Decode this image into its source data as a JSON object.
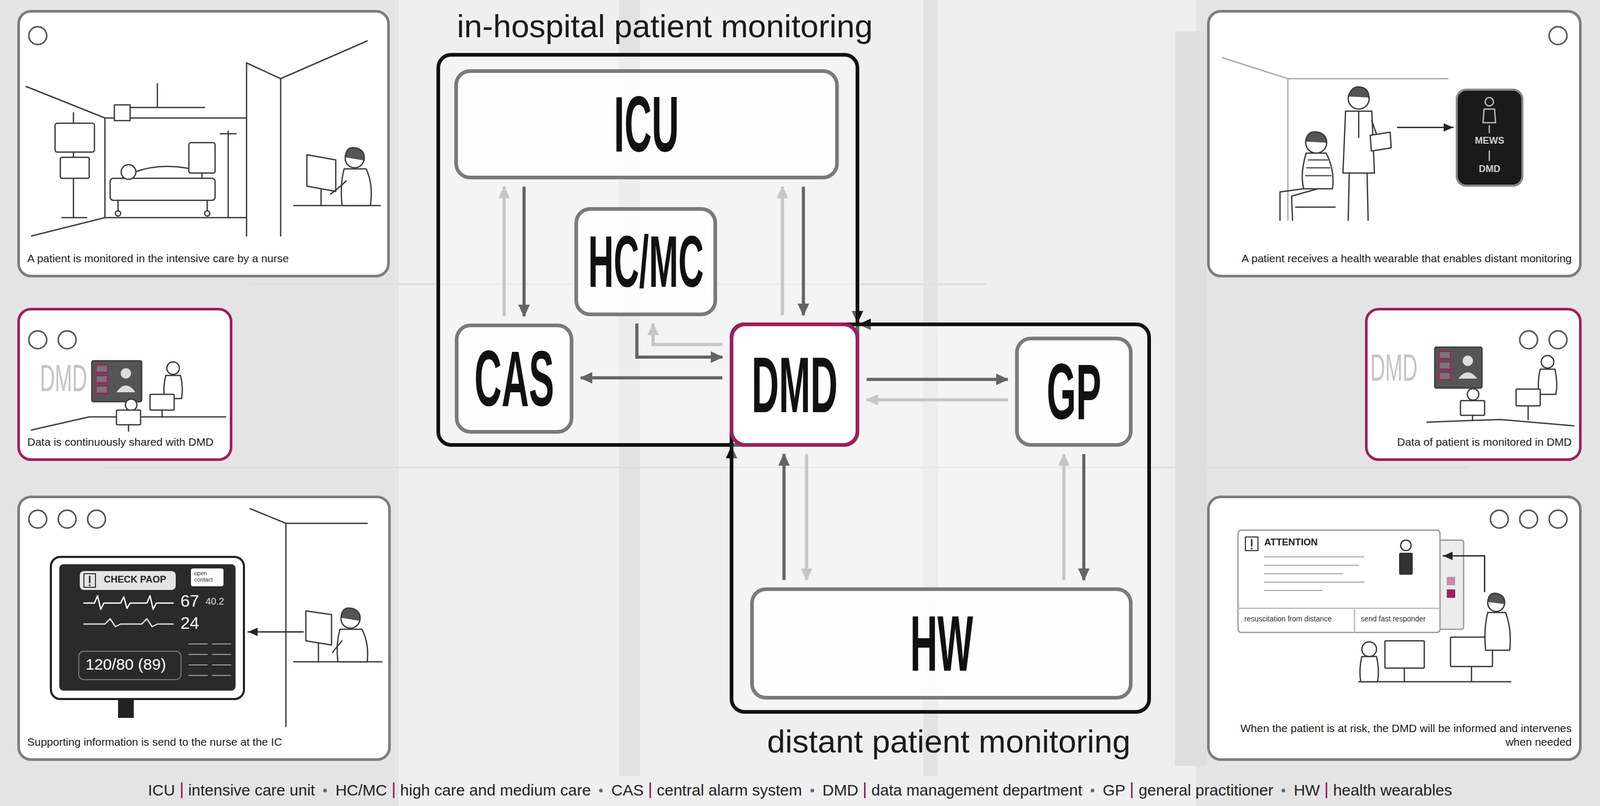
{
  "diagram": {
    "nodes": [
      {
        "text": [
          "A patient is monitored in the intensive care by a nurse"
        ]
      },
      {
        "text": [
          "Data is continuously shared with DMD"
        ]
      },
      {
        "text": [
          "Supporting information is send to the nurse at the IC"
        ]
      },
      {
        "text": [
          "in-hospital patient monitoring"
        ]
      },
      {
        "text": [
          "ICU"
        ],
        "in": 3
      },
      {
        "text": [
          "HC/MC"
        ],
        "in": 3
      },
      {
        "text": [
          "CAS"
        ],
        "in": 3
      },
      {
        "text": [
          "DMD"
        ]
      },
      {
        "text": [
          "distant patient monitoring"
        ]
      },
      {
        "text": [
          "GP"
        ],
        "in": 8
      },
      {
        "text": [
          "HW"
        ],
        "in": 8
      },
      {
        "text": [
          "A patient receives a health wearable that enables distant monitoring"
        ]
      },
      {
        "text": [
          "Data of patient is monitored in DMD"
        ]
      },
      {
        "text": [
          "When the patient is at risk, the DMD will be informed and intervenes when needed"
        ]
      }
    ],
    "edges": [
      {
        "from": 4,
        "to": 6,
        "arrow": "to"
      },
      {
        "from": 6,
        "to": 4,
        "arrow": "to"
      },
      {
        "from": 4,
        "to": 7,
        "arrow": "to"
      },
      {
        "from": 7,
        "to": 4,
        "arrow": "to"
      },
      {
        "from": 7,
        "to": 6,
        "arrow": "to"
      },
      {
        "from": 5,
        "to": 7,
        "arrow": "to"
      },
      {
        "from": 7,
        "to": 5,
        "arrow": "to"
      },
      {
        "from": 7,
        "to": 9,
        "arrow": "to"
      },
      {
        "from": 9,
        "to": 7,
        "arrow": "to"
      },
      {
        "from": 10,
        "to": 7,
        "arrow": "to"
      },
      {
        "from": 7,
        "to": 10,
        "arrow": "to"
      },
      {
        "from": 10,
        "to": 9,
        "arrow": "to"
      },
      {
        "from": 9,
        "to": 10,
        "arrow": "to"
      },
      {
        "from": 3,
        "to": 7,
        "arrow": "to"
      },
      {
        "from": 8,
        "to": 7,
        "arrow": "to"
      },
      {
        "from": 8,
        "to": 7,
        "arrow": "to"
      }
    ],
    "labels": [
      "DMD",
      "CHECK PAOP",
      "open contact",
      "67",
      "40.2",
      "24",
      "120/80 (89)",
      "MEWS",
      "DMD",
      "DMD",
      "ATTENTION",
      "resuscitation from distance",
      "send fast responder",
      "ICU",
      "intensive care unit",
      "HC/MC",
      "high care and medium care",
      "CAS",
      "central alarm system",
      "DMD",
      "data management department",
      "GP",
      "general practitioner",
      "HW",
      "health wearables"
    ]
  }
}
